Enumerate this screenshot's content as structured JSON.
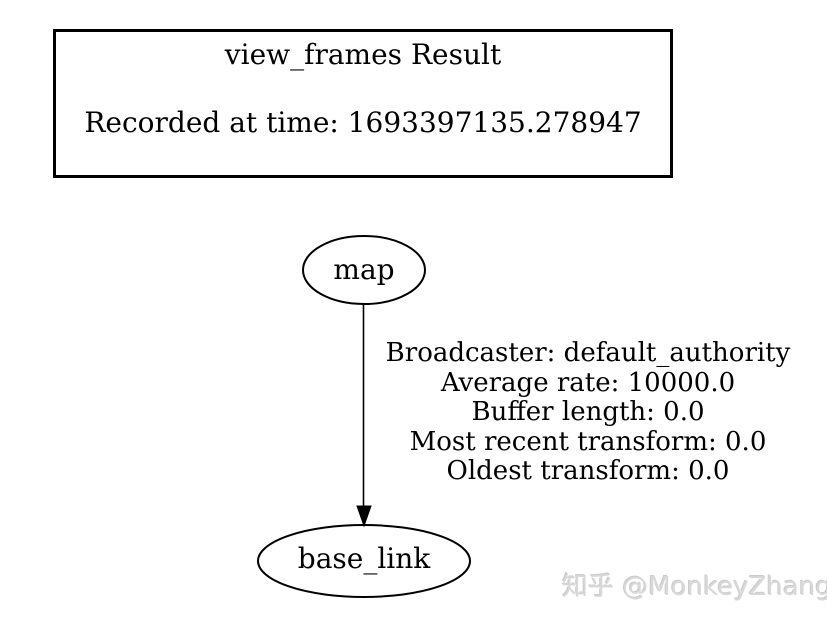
{
  "colors": {
    "background": "#ffffff",
    "stroke": "#000000",
    "text": "#000000",
    "watermark": "#d8d8d8"
  },
  "title_box": {
    "title": "view_frames Result",
    "recorded_line": "Recorded at time: 1693397135.278947"
  },
  "graph": {
    "nodes": [
      {
        "id": "map",
        "label": "map"
      },
      {
        "id": "base_link",
        "label": "base_link"
      }
    ],
    "edge": {
      "from": "map",
      "to": "base_link",
      "label_lines": [
        "Broadcaster: default_authority",
        "Average rate: 10000.0",
        "Buffer length: 0.0",
        "Most recent transform: 0.0",
        "Oldest transform: 0.0"
      ]
    }
  },
  "watermark": {
    "text": "知乎 @MonkeyZhang"
  }
}
